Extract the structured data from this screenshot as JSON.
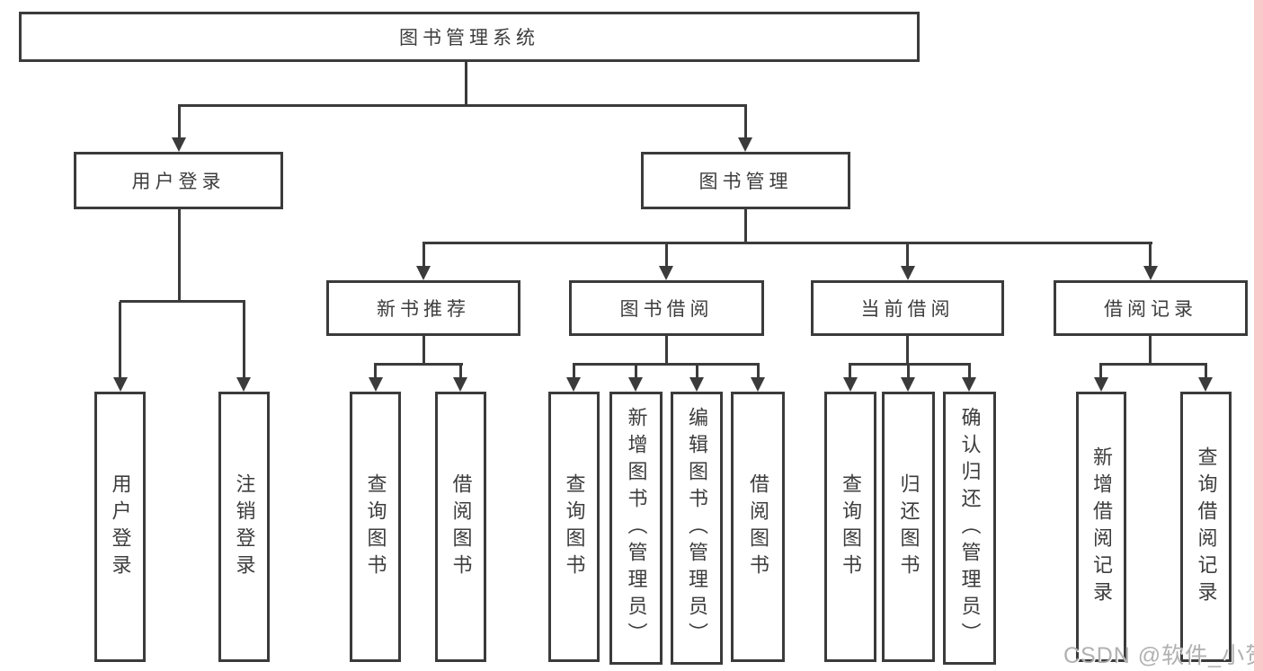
{
  "diagram": {
    "title_node": "图书管理系统",
    "level2": {
      "user_login": "用户登录",
      "book_mgmt": "图书管理"
    },
    "level3": {
      "new_books": "新书推荐",
      "book_borrow": "图书借阅",
      "current_borrow": "当前借阅",
      "borrow_records": "借阅记录"
    },
    "leaves": {
      "user_login": "用户登录",
      "logout": "注销登录",
      "newbooks_query": "查询图书",
      "newbooks_borrow": "借阅图书",
      "borrow_query": "查询图书",
      "borrow_add": "新增图书（管理员）",
      "borrow_edit": "编辑图书（管理员）",
      "borrow_do": "借阅图书",
      "current_query": "查询图书",
      "current_return": "归还图书",
      "current_confirm": "确认归还（管理员）",
      "records_add": "新增借阅记录",
      "records_query": "查询借阅记录"
    },
    "colors": {
      "line": "#3b3b3b",
      "box_border": "#3b3b3b",
      "text": "#3d3d3d",
      "watermark_text": "#a8a8a8",
      "right_edge_strip": "#f8caca"
    }
  },
  "watermark": {
    "text": "CSDN @软件_小贺同学"
  }
}
